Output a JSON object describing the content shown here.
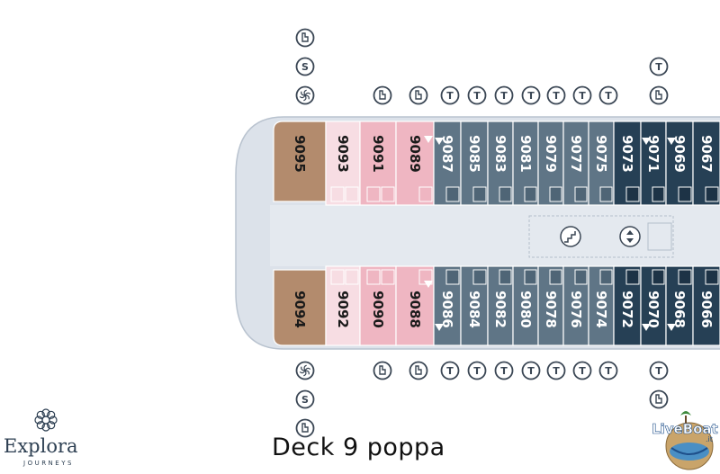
{
  "deck_title": "Deck 9 poppa",
  "brand": {
    "name": "Explora",
    "subtitle": "JOURNEYS"
  },
  "watermark": {
    "text": "LiveBoat",
    "suffix": ".it"
  },
  "colors": {
    "hull": "#dce2ea",
    "hull_stroke": "#b9c3cf",
    "corridor": "#e4e9ef",
    "suite_large": "#b38b6d",
    "suite_light_pink": "#f7dde3",
    "suite_pink": "#efb6c2",
    "cabin_gray": "#5f7586",
    "cabin_navy": "#264055",
    "symbol_stroke": "#3a4654"
  },
  "cabins_top": [
    {
      "number": "9095",
      "tone": "suite_large"
    },
    {
      "number": "9093",
      "tone": "suite_light_pink"
    },
    {
      "number": "9091",
      "tone": "suite_pink"
    },
    {
      "number": "9089",
      "tone": "suite_pink"
    },
    {
      "number": "9087",
      "tone": "cabin_gray"
    },
    {
      "number": "9085",
      "tone": "cabin_gray"
    },
    {
      "number": "9083",
      "tone": "cabin_gray"
    },
    {
      "number": "9081",
      "tone": "cabin_gray"
    },
    {
      "number": "9079",
      "tone": "cabin_gray"
    },
    {
      "number": "9077",
      "tone": "cabin_gray"
    },
    {
      "number": "9075",
      "tone": "cabin_gray"
    },
    {
      "number": "9073",
      "tone": "cabin_navy"
    },
    {
      "number": "9071",
      "tone": "cabin_navy"
    },
    {
      "number": "9069",
      "tone": "cabin_navy"
    },
    {
      "number": "9067",
      "tone": "cabin_navy"
    }
  ],
  "cabins_bottom": [
    {
      "number": "9094",
      "tone": "suite_large"
    },
    {
      "number": "9092",
      "tone": "suite_light_pink"
    },
    {
      "number": "9090",
      "tone": "suite_pink"
    },
    {
      "number": "9088",
      "tone": "suite_pink"
    },
    {
      "number": "9086",
      "tone": "cabin_gray"
    },
    {
      "number": "9084",
      "tone": "cabin_gray"
    },
    {
      "number": "9082",
      "tone": "cabin_gray"
    },
    {
      "number": "9080",
      "tone": "cabin_gray"
    },
    {
      "number": "9078",
      "tone": "cabin_gray"
    },
    {
      "number": "9076",
      "tone": "cabin_gray"
    },
    {
      "number": "9074",
      "tone": "cabin_gray"
    },
    {
      "number": "9072",
      "tone": "cabin_navy"
    },
    {
      "number": "9070",
      "tone": "cabin_navy"
    },
    {
      "number": "9068",
      "tone": "cabin_navy"
    },
    {
      "number": "9066",
      "tone": "cabin_navy"
    }
  ],
  "symbols_top": [
    [
      "bathtub-icon",
      "S",
      "spa-icon"
    ],
    [
      "bathtub-icon"
    ],
    [
      "bathtub-icon"
    ],
    [
      "T"
    ],
    [
      "T"
    ],
    [
      "T"
    ],
    [
      "T"
    ],
    [
      "T"
    ],
    [
      "T"
    ],
    [
      "T"
    ],
    [
      "T",
      "bathtub-icon"
    ]
  ],
  "symbols_bottom": [
    [
      "spa-icon",
      "S",
      "bathtub-icon"
    ],
    [
      "bathtub-icon"
    ],
    [
      "bathtub-icon"
    ],
    [
      "T"
    ],
    [
      "T"
    ],
    [
      "T"
    ],
    [
      "T"
    ],
    [
      "T"
    ],
    [
      "T"
    ],
    [
      "T"
    ],
    [
      "T",
      "bathtub-icon"
    ]
  ],
  "corridor_icons": [
    "stairs-icon",
    "elevator-icon"
  ]
}
